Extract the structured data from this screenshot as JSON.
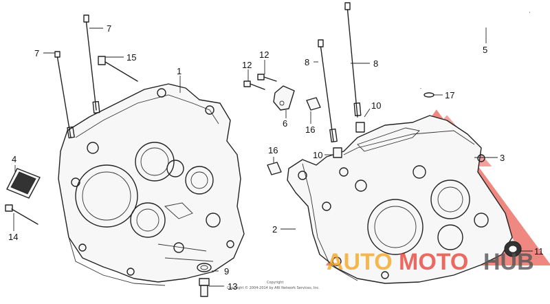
{
  "callouts": [
    {
      "id": "1",
      "label": "1"
    },
    {
      "id": "2",
      "label": "2"
    },
    {
      "id": "3",
      "label": "3"
    },
    {
      "id": "4",
      "label": "4"
    },
    {
      "id": "5",
      "label": "5"
    },
    {
      "id": "6",
      "label": "6"
    },
    {
      "id": "7a",
      "label": "7"
    },
    {
      "id": "7b",
      "label": "7"
    },
    {
      "id": "8a",
      "label": "8"
    },
    {
      "id": "8b",
      "label": "8"
    },
    {
      "id": "9",
      "label": "9"
    },
    {
      "id": "10a",
      "label": "10"
    },
    {
      "id": "10b",
      "label": "10"
    },
    {
      "id": "11",
      "label": "11"
    },
    {
      "id": "12a",
      "label": "12"
    },
    {
      "id": "12b",
      "label": "12"
    },
    {
      "id": "13",
      "label": "13"
    },
    {
      "id": "14",
      "label": "14"
    },
    {
      "id": "15",
      "label": "15"
    },
    {
      "id": "16a",
      "label": "16"
    },
    {
      "id": "16b",
      "label": "16"
    },
    {
      "id": "17",
      "label": "17"
    }
  ],
  "copyright": {
    "line1": "Copyright",
    "line2": "Copyright © 2004-2014 by ARI Network Services, Inc."
  },
  "watermark": {
    "part1": "AUTO",
    "part2": "MOTO",
    "part3": "HUB",
    "color_orange": "#f5a623",
    "color_red": "#e8463c",
    "color_gray": "#555555"
  }
}
